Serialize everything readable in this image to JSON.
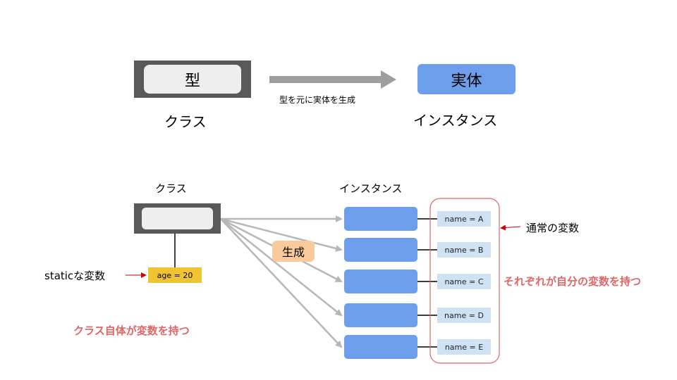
{
  "top": {
    "class_box_label": "型",
    "class_caption": "クラス",
    "arrow_label": "型を元に実体を生成",
    "instance_box_label": "実体",
    "instance_caption": "インスタンス"
  },
  "bottom": {
    "class_title": "クラス",
    "instances_title": "インスタンス",
    "static_var_label": "staticな変数",
    "static_var_value": "age = 20",
    "generate_label": "生成",
    "class_note": "クラス自体が変数を持つ",
    "normal_var_label": "通常の変数",
    "instance_note": "それぞれが自分の変数を持つ",
    "instances": [
      {
        "name_var": "name = A"
      },
      {
        "name_var": "name = B"
      },
      {
        "name_var": "name = C"
      },
      {
        "name_var": "name = D"
      },
      {
        "name_var": "name = E"
      }
    ]
  },
  "colors": {
    "class_frame": "#595959",
    "class_fill": "#eeeeee",
    "instance_fill": "#6d9eeb",
    "var_fill": "#cfe2f3",
    "static_fill": "#f1c232",
    "generate_fill": "#f9cb9c",
    "note_red": "#e06666",
    "arrow_gray": "#b7b7b7"
  }
}
